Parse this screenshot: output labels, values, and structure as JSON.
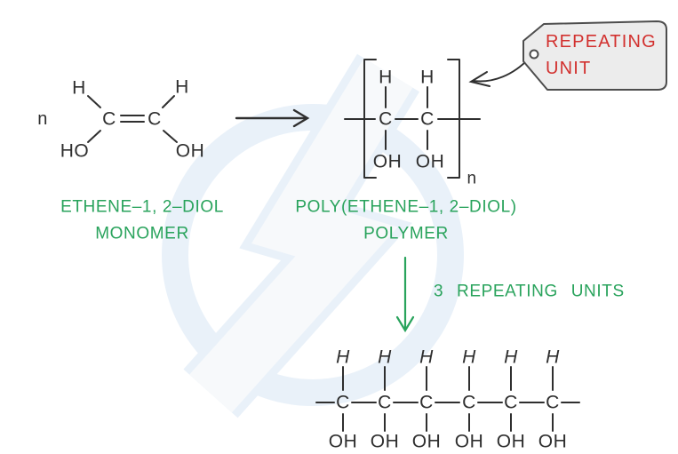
{
  "atoms": {
    "h": "H",
    "c": "C",
    "oh": "OH",
    "ho": "HO"
  },
  "monomer": {
    "coefficient": "n",
    "name_line1": "ETHENE–1, 2–DIOL",
    "name_line2": "MONOMER"
  },
  "polymer": {
    "subscript": "n",
    "name_line1": "POLY(ETHENE–1, 2–DIOL)",
    "name_line2": "POLYMER"
  },
  "repeating_unit_tag": {
    "line1": "REPEATING",
    "line2": "UNIT"
  },
  "expansion_label": "3 REPEATING UNITS",
  "colors": {
    "ink": "#2f2f2f",
    "green": "#29a35c",
    "red": "#d2302e",
    "tag_bg": "#ececec",
    "tag_border": "#4d4d4d",
    "wm_blue": "#e9f1f9",
    "wm_white": "#f7f9fb"
  }
}
